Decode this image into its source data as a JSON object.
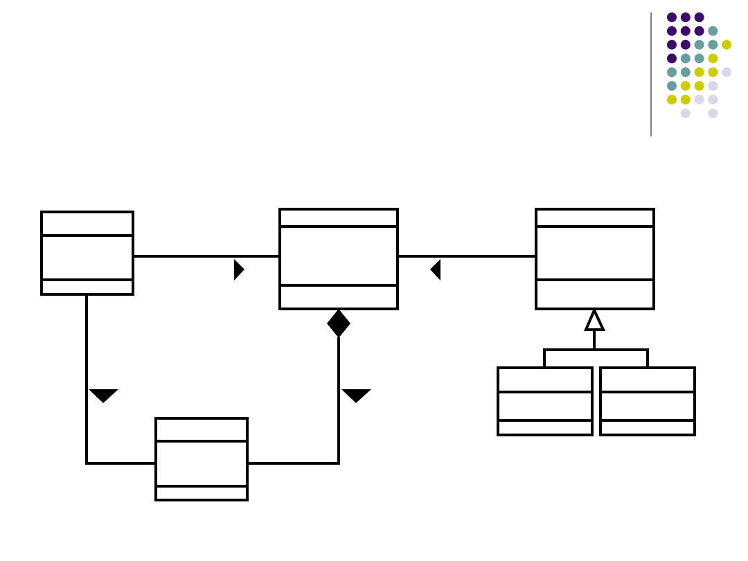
{
  "slide": {
    "background": "#ffffff",
    "decoration": {
      "type": "dot-grid",
      "colors": {
        "purple": "#3b0a6b",
        "teal": "#6a9e9e",
        "yellow": "#cccc00",
        "lavender": "#d8d8ea"
      },
      "rows": [
        [
          "purple",
          "purple",
          "purple",
          null,
          null
        ],
        [
          "purple",
          "purple",
          "purple",
          "teal",
          null
        ],
        [
          "purple",
          "purple",
          "teal",
          "teal",
          "yellow"
        ],
        [
          "purple",
          "teal",
          "teal",
          "yellow",
          null
        ],
        [
          "teal",
          "teal",
          "yellow",
          "yellow",
          "lavender"
        ],
        [
          "teal",
          "yellow",
          "yellow",
          "lavender",
          null
        ],
        [
          "yellow",
          "yellow",
          "lavender",
          "lavender",
          null
        ],
        [
          null,
          "lavender",
          null,
          "lavender",
          null
        ]
      ],
      "divider_color": "#555555"
    }
  },
  "diagram": {
    "type": "uml-class-diagram",
    "line_color": "#000000",
    "classes": [
      {
        "id": "class-left",
        "compartments": 3,
        "label": ""
      },
      {
        "id": "class-center",
        "compartments": 3,
        "label": ""
      },
      {
        "id": "class-right-parent",
        "compartments": 3,
        "label": ""
      },
      {
        "id": "class-bottom",
        "compartments": 3,
        "label": ""
      },
      {
        "id": "class-subclass-left",
        "compartments": 3,
        "label": ""
      },
      {
        "id": "class-subclass-right",
        "compartments": 3,
        "label": ""
      }
    ],
    "relationships": [
      {
        "from": "class-left",
        "to": "class-center",
        "kind": "association",
        "direction_marker": "right"
      },
      {
        "from": "class-right-parent",
        "to": "class-center",
        "kind": "association",
        "direction_marker": "left"
      },
      {
        "from": "class-left",
        "to": "class-bottom",
        "kind": "association",
        "direction_marker": "down"
      },
      {
        "from": "class-bottom",
        "to": "class-center",
        "kind": "composition",
        "direction_marker": "down"
      },
      {
        "from": "class-subclass-left",
        "to": "class-right-parent",
        "kind": "generalization"
      },
      {
        "from": "class-subclass-right",
        "to": "class-right-parent",
        "kind": "generalization"
      }
    ]
  }
}
